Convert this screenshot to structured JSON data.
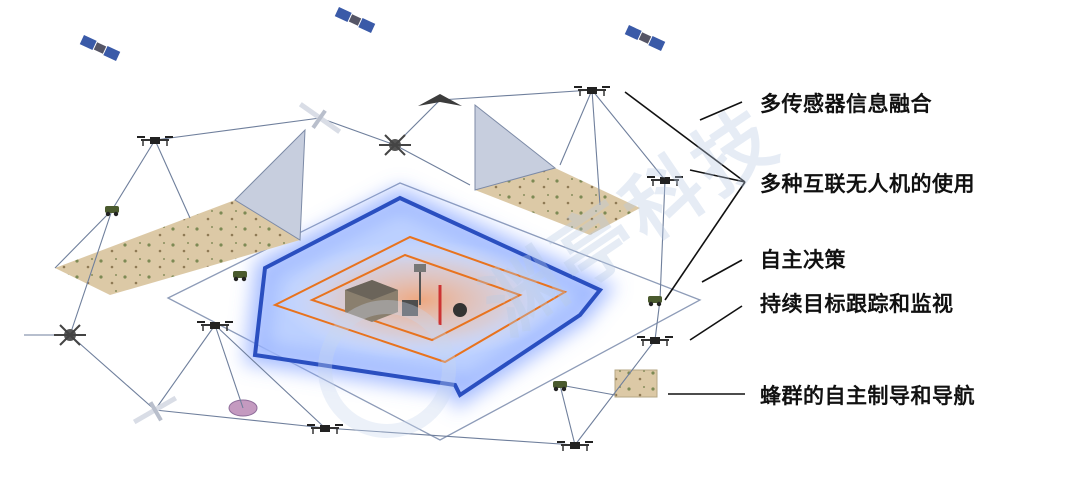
{
  "labels": [
    "多传感器信息融合",
    "多种互联无人机的使用",
    "自主决策",
    "持续目标跟踪和监视",
    "蜂群的自主制导和导航"
  ],
  "watermark": "渊亭科技",
  "colors": {
    "blue_zone": "#2a4fc0",
    "orange_zone": "#e8731e",
    "link_line": "#6f7f9c",
    "terrain": "#d8c5a3"
  }
}
